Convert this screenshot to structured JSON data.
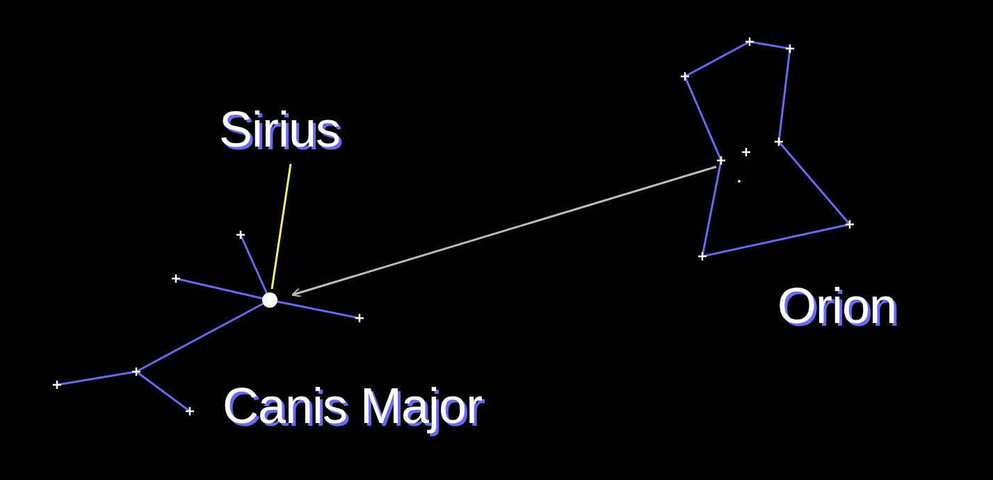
{
  "diagram": {
    "labels": [
      "Sirius",
      "Canis Major",
      "Orion"
    ]
  }
}
